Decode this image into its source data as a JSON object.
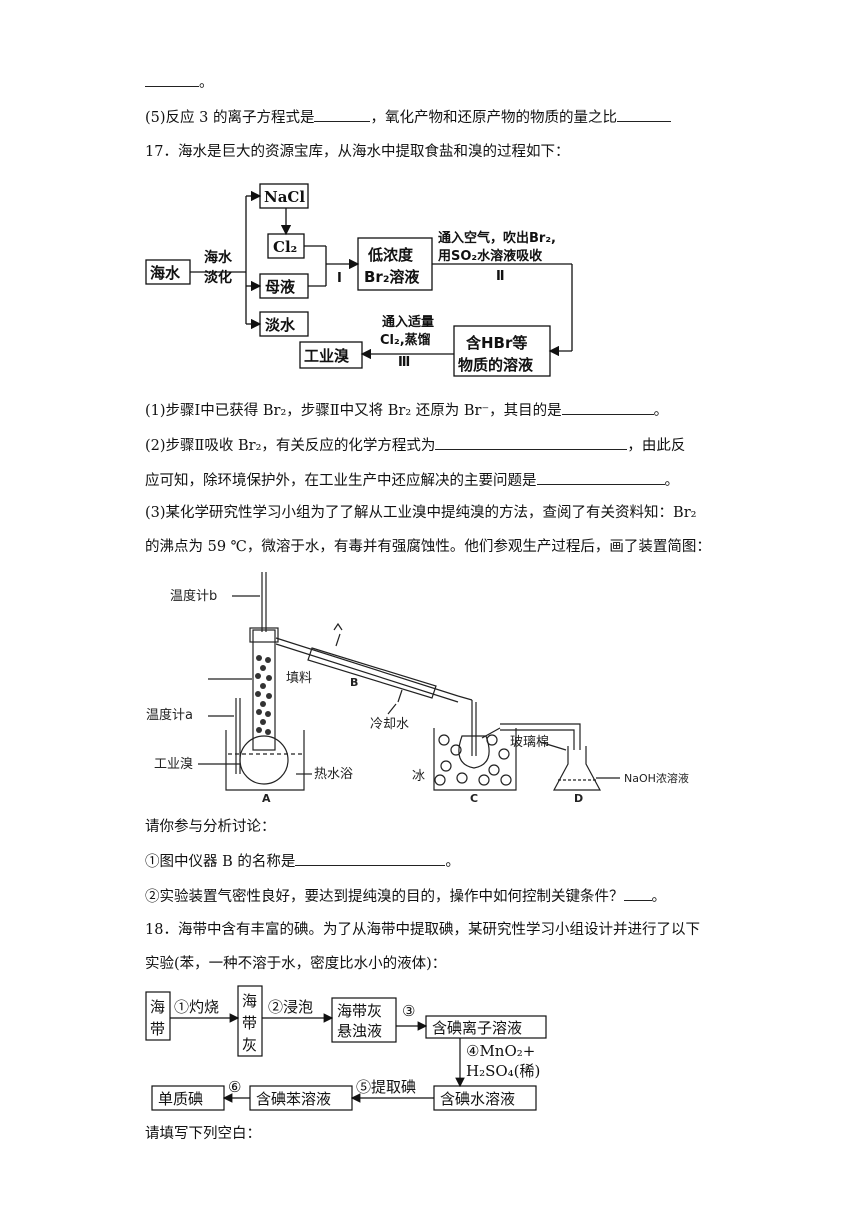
{
  "lines": {
    "l0": "。",
    "l1a": "(5)反应 3 的离子方程式是",
    "l1b": "，氧化产物和还原产物的物质的量之比",
    "q17": "17．海水是巨大的资源宝库，从海水中提取食盐和溴的过程如下：",
    "p1a": "(1)步骤Ⅰ中已获得 Br₂，步骤Ⅱ中又将 Br₂ 还原为 Br⁻，其目的是",
    "p1b": "。",
    "p2a": "(2)步骤Ⅱ吸收 Br₂，有关反应的化学方程式为",
    "p2b": "，由此反",
    "p2c": "应可知，除环境保护外，在工业生产中还应解决的主要问题是",
    "p2d": "。",
    "p3a": "(3)某化学研究性学习小组为了了解从工业溴中提纯溴的方法，查阅了有关资料知：Br₂",
    "p3b": "的沸点为 59 ℃，微溶于水，有毒并有强腐蚀性。他们参观生产过程后，画了装置简图：",
    "disc": "请你参与分析讨论：",
    "s1a": "①图中仪器 B 的名称是",
    "s1b": "。",
    "s2a": "②实验装置气密性良好，要达到提纯溴的目的，操作中如何控制关键条件？",
    "s2b": "。",
    "q18a": "18．海带中含有丰富的碘。为了从海带中提取碘，某研究性学习小组设计并进行了以下",
    "q18b": "实验(苯，一种不溶于水，密度比水小的液体)：",
    "fill": "请填写下列空白："
  },
  "flow17": {
    "seawater": "海水",
    "desal1": "海水",
    "desal2": "淡化",
    "nacl": "NaCl",
    "cl2": "Cl₂",
    "mother": "母液",
    "fresh": "淡水",
    "step1": "Ⅰ",
    "lowbr1": "低浓度",
    "lowbr2": "Br₂溶液",
    "cond2a": "通入空气，吹出Br₂,",
    "cond2b": "用SO₂水溶液吸收",
    "step2": "Ⅱ",
    "hbr1": "含HBr等",
    "hbr2": "物质的溶液",
    "cond3a": "通入适量",
    "cond3b": "Cl₂,蒸馏",
    "step3": "Ⅲ",
    "indbr": "工业溴"
  },
  "apparatus": {
    "thermo_b": "温度计b",
    "packing": "填料",
    "b": "B",
    "cooling": "冷却水",
    "thermo_a": "温度计a",
    "indbr": "工业溴",
    "hotbath": "热水浴",
    "ice": "冰",
    "glasswool": "玻璃棉",
    "naoh": "NaOH浓溶液",
    "a": "A",
    "c": "C",
    "d": "D"
  },
  "flow18": {
    "kelp1": "海",
    "kelp2": "带",
    "s1": "①灼烧",
    "ash1": "海",
    "ash2": "带",
    "ash3": "灰",
    "s2": "②浸泡",
    "sus1": "海带灰",
    "sus2": "悬浊液",
    "s3": "③",
    "iodide": "含碘离子溶液",
    "s4a": "④MnO₂+",
    "s4b": "H₂SO₄(稀)",
    "aq": "含碘水溶液",
    "s5": "⑤提取碘",
    "benz": "含碘苯溶液",
    "s6": "⑥",
    "elem": "单质碘"
  }
}
